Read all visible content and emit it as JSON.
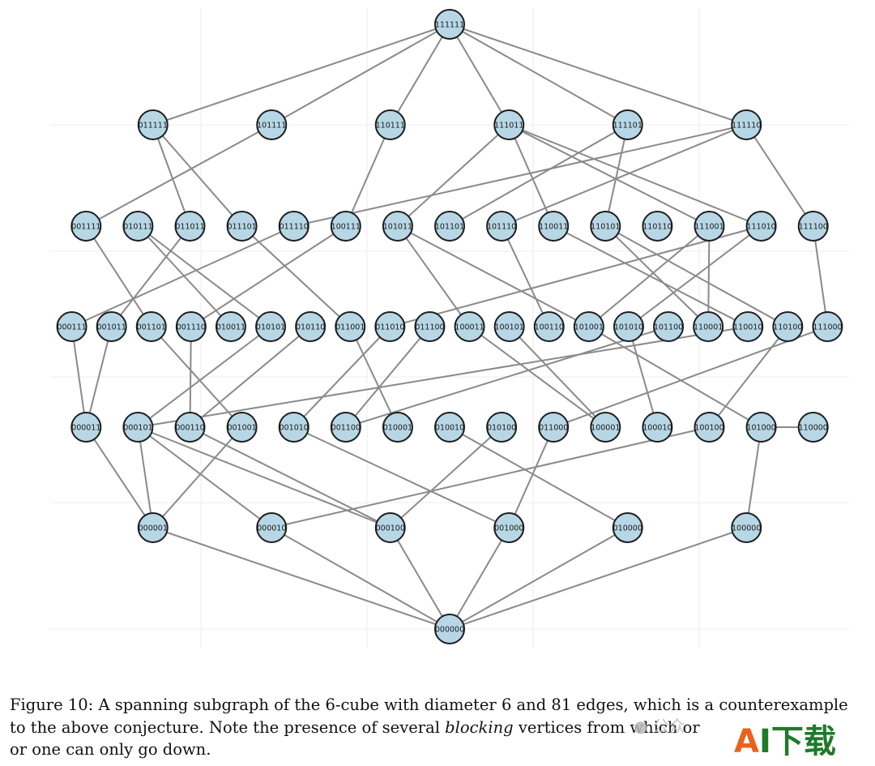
{
  "diagram": {
    "rows": [
      [
        "111111"
      ],
      [
        "011111",
        "101111",
        "110111",
        "111011",
        "111101",
        "111110"
      ],
      [
        "001111",
        "010111",
        "011011",
        "011101",
        "011110",
        "100111",
        "101011",
        "101101",
        "101110",
        "110011",
        "110101",
        "110110",
        "111001",
        "111010",
        "111100"
      ],
      [
        "000111",
        "001011",
        "001101",
        "001110",
        "010011",
        "010101",
        "010110",
        "011001",
        "011010",
        "011100",
        "100011",
        "100101",
        "100110",
        "101001",
        "101010",
        "101100",
        "110001",
        "110010",
        "110100",
        "111000"
      ],
      [
        "000011",
        "000101",
        "000110",
        "001001",
        "001010",
        "001100",
        "010001",
        "010010",
        "010100",
        "011000",
        "100001",
        "100010",
        "100100",
        "101000",
        "110000"
      ],
      [
        "000001",
        "000010",
        "000100",
        "001000",
        "010000",
        "100000"
      ],
      [
        "000000"
      ]
    ],
    "edges": [
      [
        "111111",
        "011111"
      ],
      [
        "111111",
        "101111"
      ],
      [
        "111111",
        "110111"
      ],
      [
        "111111",
        "111011"
      ],
      [
        "111111",
        "111101"
      ],
      [
        "111111",
        "111110"
      ],
      [
        "011111",
        "011011"
      ],
      [
        "011111",
        "011101"
      ],
      [
        "101111",
        "001111"
      ],
      [
        "110111",
        "100111"
      ],
      [
        "111011",
        "101011"
      ],
      [
        "111011",
        "110011"
      ],
      [
        "111011",
        "111001"
      ],
      [
        "111011",
        "111010"
      ],
      [
        "111101",
        "101101"
      ],
      [
        "111101",
        "110101"
      ],
      [
        "111110",
        "011110"
      ],
      [
        "111110",
        "101110"
      ],
      [
        "111110",
        "111100"
      ],
      [
        "001111",
        "001101"
      ],
      [
        "010111",
        "010011"
      ],
      [
        "010111",
        "010101"
      ],
      [
        "011011",
        "001011"
      ],
      [
        "011101",
        "011001"
      ],
      [
        "011110",
        "000111"
      ],
      [
        "100111",
        "001110"
      ],
      [
        "101011",
        "101001"
      ],
      [
        "101011",
        "100011"
      ],
      [
        "101110",
        "100110"
      ],
      [
        "110011",
        "110010"
      ],
      [
        "110101",
        "110100"
      ],
      [
        "110101",
        "110001"
      ],
      [
        "111001",
        "110001"
      ],
      [
        "111001",
        "101001"
      ],
      [
        "111010",
        "101010"
      ],
      [
        "111100",
        "111000"
      ],
      [
        "111010",
        "011010"
      ],
      [
        "000111",
        "000011"
      ],
      [
        "001011",
        "000011"
      ],
      [
        "001101",
        "001001"
      ],
      [
        "001110",
        "000110"
      ],
      [
        "010101",
        "000101"
      ],
      [
        "010110",
        "000110"
      ],
      [
        "011001",
        "010001"
      ],
      [
        "011010",
        "001010"
      ],
      [
        "011100",
        "001100"
      ],
      [
        "100011",
        "100001"
      ],
      [
        "100101",
        "100001"
      ],
      [
        "101010",
        "100010"
      ],
      [
        "110100",
        "100100"
      ],
      [
        "111000",
        "011000"
      ],
      [
        "110010",
        "000101"
      ],
      [
        "101100",
        "001100"
      ],
      [
        "101001",
        "101000"
      ],
      [
        "101000",
        "110000"
      ],
      [
        "000011",
        "000001"
      ],
      [
        "000101",
        "000001"
      ],
      [
        "000101",
        "000100"
      ],
      [
        "000110",
        "000100"
      ],
      [
        "001001",
        "000001"
      ],
      [
        "001010",
        "001000"
      ],
      [
        "010010",
        "010000"
      ],
      [
        "011000",
        "001000"
      ],
      [
        "010100",
        "000100"
      ],
      [
        "100100",
        "000010"
      ],
      [
        "101000",
        "100000"
      ],
      [
        "000101",
        "000010"
      ],
      [
        "000001",
        "000000"
      ],
      [
        "000010",
        "000000"
      ],
      [
        "000100",
        "000000"
      ],
      [
        "001000",
        "000000"
      ],
      [
        "010000",
        "000000"
      ],
      [
        "100000",
        "000000"
      ]
    ]
  },
  "caption": {
    "label": "Figure 10:",
    "part1": " A spanning subgraph of the 6-cube with diameter 6 and 81 edges, which is a counterexample to the above conjecture. Note the presence of several ",
    "emph": "blocking",
    "part2": " vertices from which or",
    "part3": " or one can only go down."
  },
  "watermark": {
    "wechat": "公众",
    "logo_a": "A",
    "logo_rest": "I下载"
  }
}
